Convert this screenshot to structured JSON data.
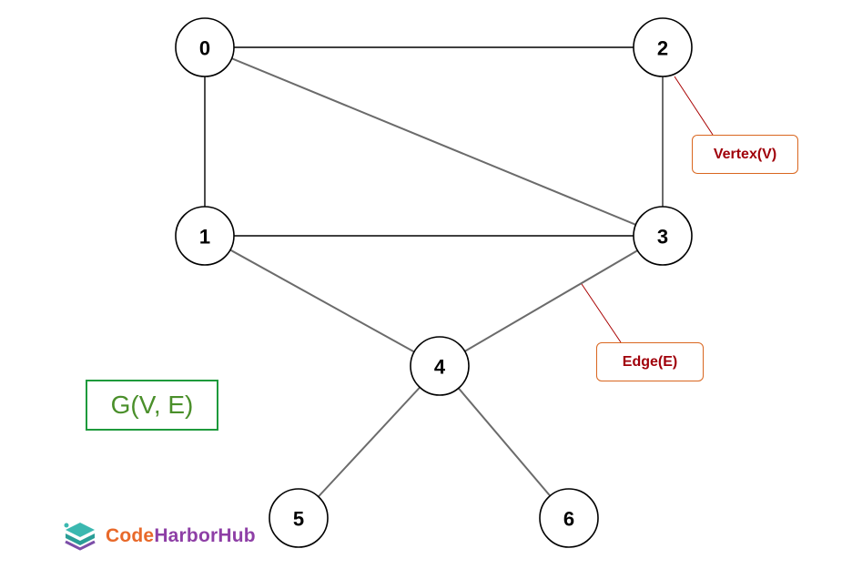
{
  "graph": {
    "nodes": [
      {
        "id": "0",
        "label": "0"
      },
      {
        "id": "1",
        "label": "1"
      },
      {
        "id": "2",
        "label": "2"
      },
      {
        "id": "3",
        "label": "3"
      },
      {
        "id": "4",
        "label": "4"
      },
      {
        "id": "5",
        "label": "5"
      },
      {
        "id": "6",
        "label": "6"
      }
    ],
    "edges": [
      {
        "from": "0",
        "to": "2"
      },
      {
        "from": "0",
        "to": "1"
      },
      {
        "from": "0",
        "to": "3"
      },
      {
        "from": "2",
        "to": "3"
      },
      {
        "from": "1",
        "to": "3"
      },
      {
        "from": "1",
        "to": "4"
      },
      {
        "from": "3",
        "to": "4"
      },
      {
        "from": "4",
        "to": "5"
      },
      {
        "from": "4",
        "to": "6"
      }
    ]
  },
  "callouts": {
    "vertex": "Vertex(V)",
    "edge": "Edge(E)"
  },
  "notation": "G(V, E)",
  "logo": {
    "part1": "Code",
    "part2": "HarborHub"
  },
  "colors": {
    "callout_border": "#d9661f",
    "callout_text": "#a0000a",
    "leader_line": "#a80000",
    "notation_border": "#1e9a3c",
    "notation_text": "#4a8f2a",
    "logo_orange": "#e8692a",
    "logo_purple": "#8e3fa6",
    "logo_teal": "#3bb8b0"
  }
}
